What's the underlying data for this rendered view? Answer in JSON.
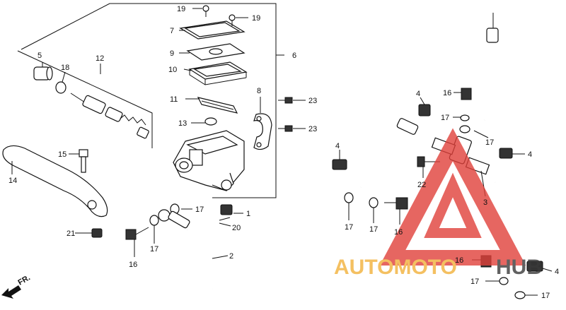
{
  "diagram": {
    "callouts": [
      "19",
      "19",
      "7",
      "9",
      "10",
      "6",
      "5",
      "18",
      "12",
      "11",
      "8",
      "23",
      "13",
      "23",
      "15",
      "14",
      "1",
      "17",
      "20",
      "21",
      "16",
      "17",
      "2",
      "4",
      "16",
      "17",
      "17",
      "4",
      "4",
      "22",
      "3",
      "17",
      "17",
      "16",
      "16",
      "17",
      "17",
      "4"
    ],
    "direction_marker": "FR.",
    "watermark": {
      "text": "AUTOMOTOHUB",
      "colors": {
        "triangle": "#e0403a",
        "text_left": "#f2b13a",
        "text_right": "#3a3a3a"
      }
    }
  }
}
